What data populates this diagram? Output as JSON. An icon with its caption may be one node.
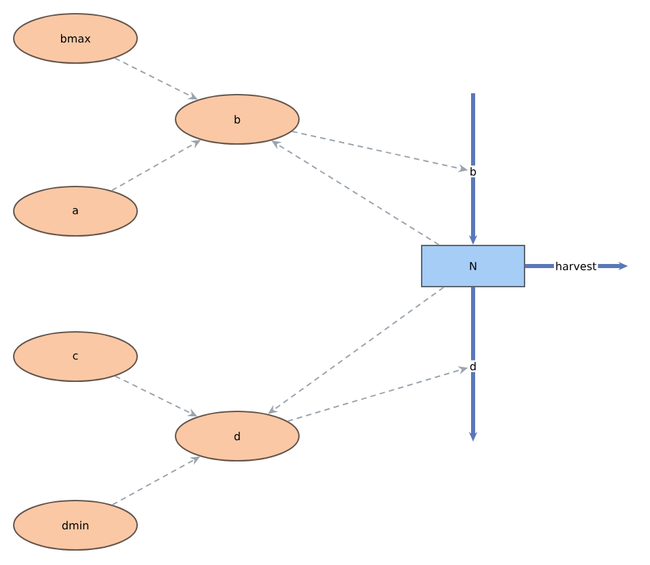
{
  "diagram": {
    "nodes": [
      {
        "text": [
          "bmax"
        ]
      },
      {
        "text": [
          "a"
        ]
      },
      {
        "text": [
          "b"
        ]
      },
      {
        "text": [
          "c"
        ]
      },
      {
        "text": [
          "d"
        ]
      },
      {
        "text": [
          "dmin"
        ]
      },
      {
        "text": [
          "N"
        ]
      },
      {
        "text": [
          "b"
        ]
      },
      {
        "text": [
          "d"
        ]
      }
    ],
    "edges": [
      {
        "from": 0,
        "to": 2,
        "arrow": "to",
        "style": "dashed"
      },
      {
        "from": 1,
        "to": 2,
        "arrow": "to",
        "style": "dashed"
      },
      {
        "from": 2,
        "to": 7,
        "arrow": "to",
        "style": "dashed"
      },
      {
        "from": 6,
        "to": 2,
        "arrow": "to",
        "style": "dashed"
      },
      {
        "from": 3,
        "to": 4,
        "arrow": "to",
        "style": "dashed"
      },
      {
        "from": 5,
        "to": 4,
        "arrow": "to",
        "style": "dashed"
      },
      {
        "from": 6,
        "to": 4,
        "arrow": "to",
        "style": "dashed"
      },
      {
        "from": 4,
        "to": 8,
        "arrow": "to",
        "style": "dashed"
      },
      {
        "from": null,
        "to": 7,
        "arrow": "none",
        "style": "thick",
        "color": "#5a78b8"
      },
      {
        "from": 7,
        "to": 6,
        "arrow": "to",
        "style": "thick",
        "color": "#5a78b8"
      },
      {
        "from": 6,
        "to": 8,
        "arrow": "none",
        "style": "thick",
        "color": "#5a78b8"
      },
      {
        "from": 8,
        "to": null,
        "arrow": "to",
        "style": "thick",
        "color": "#5a78b8"
      },
      {
        "from": 6,
        "to": null,
        "arrow": "to",
        "style": "thick",
        "color": "#5a78b8",
        "label": "harvest"
      }
    ]
  }
}
